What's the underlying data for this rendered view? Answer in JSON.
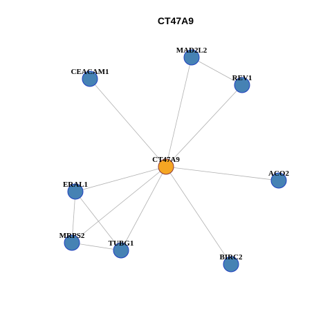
{
  "title": "CT47A9",
  "colors": {
    "background": "#ffffff",
    "center_node": "#f5a623",
    "center_stroke": "#8b3a3a",
    "node_fill": "#4682b4",
    "node_stroke": "#1f3fbf",
    "edge": "#b0b0b0"
  },
  "nodes": [
    {
      "id": "CT47A9",
      "label": "CT47A9",
      "center": true
    },
    {
      "id": "MAD2L2",
      "label": "MAD2L2",
      "center": false
    },
    {
      "id": "REV1",
      "label": "REV1",
      "center": false
    },
    {
      "id": "CEACAM1",
      "label": "CEACAM1",
      "center": false
    },
    {
      "id": "ACO2",
      "label": "ACO2",
      "center": false
    },
    {
      "id": "ERAL1",
      "label": "ERAL1",
      "center": false
    },
    {
      "id": "MRPS2",
      "label": "MRPS2",
      "center": false
    },
    {
      "id": "TUBG1",
      "label": "TUBG1",
      "center": false
    },
    {
      "id": "BIRC2",
      "label": "BIRC2",
      "center": false
    }
  ],
  "edges": [
    [
      "CT47A9",
      "MAD2L2"
    ],
    [
      "CT47A9",
      "REV1"
    ],
    [
      "MAD2L2",
      "REV1"
    ],
    [
      "CT47A9",
      "CEACAM1"
    ],
    [
      "CT47A9",
      "ACO2"
    ],
    [
      "CT47A9",
      "ERAL1"
    ],
    [
      "CT47A9",
      "MRPS2"
    ],
    [
      "CT47A9",
      "TUBG1"
    ],
    [
      "CT47A9",
      "BIRC2"
    ],
    [
      "ERAL1",
      "MRPS2"
    ],
    [
      "ERAL1",
      "TUBG1"
    ],
    [
      "MRPS2",
      "TUBG1"
    ]
  ]
}
